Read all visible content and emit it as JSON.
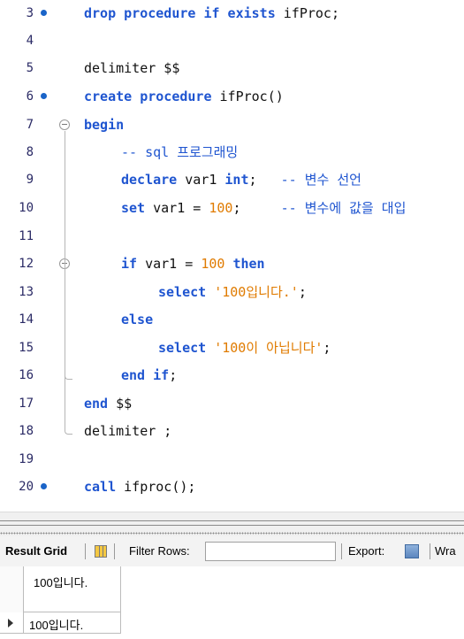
{
  "editor": {
    "lines": [
      {
        "num": "3",
        "parts": [
          {
            "t": "drop procedure if exists",
            "c": "kw"
          },
          {
            "t": " ifProc;",
            "c": ""
          }
        ]
      },
      {
        "num": "4",
        "parts": []
      },
      {
        "num": "5",
        "parts": [
          {
            "t": "delimiter $$",
            "c": ""
          }
        ]
      },
      {
        "num": "6",
        "parts": [
          {
            "t": "create procedure",
            "c": "kw"
          },
          {
            "t": " ifProc()",
            "c": ""
          }
        ]
      },
      {
        "num": "7",
        "parts": [
          {
            "t": "begin",
            "c": "kw"
          }
        ]
      },
      {
        "num": "8",
        "parts": [
          {
            "t": "-- sql 프로그래밍",
            "c": "cm"
          }
        ]
      },
      {
        "num": "9",
        "parts": [
          {
            "t": "declare",
            "c": "kw"
          },
          {
            "t": " var1 ",
            "c": ""
          },
          {
            "t": "int",
            "c": "kw"
          },
          {
            "t": ";   ",
            "c": ""
          },
          {
            "t": "-- 변수 선언",
            "c": "cm"
          }
        ]
      },
      {
        "num": "10",
        "parts": [
          {
            "t": "set",
            "c": "kw"
          },
          {
            "t": " var1 = ",
            "c": ""
          },
          {
            "t": "100",
            "c": "num"
          },
          {
            "t": ";     ",
            "c": ""
          },
          {
            "t": "-- 변수에 값을 대입",
            "c": "cm"
          }
        ]
      },
      {
        "num": "11",
        "parts": []
      },
      {
        "num": "12",
        "parts": [
          {
            "t": "if",
            "c": "kw"
          },
          {
            "t": " var1 = ",
            "c": ""
          },
          {
            "t": "100",
            "c": "num"
          },
          {
            "t": " ",
            "c": ""
          },
          {
            "t": "then",
            "c": "kw"
          }
        ]
      },
      {
        "num": "13",
        "parts": [
          {
            "t": "select",
            "c": "kw"
          },
          {
            "t": " ",
            "c": ""
          },
          {
            "t": "'100입니다.'",
            "c": "str"
          },
          {
            "t": ";",
            "c": ""
          }
        ]
      },
      {
        "num": "14",
        "parts": [
          {
            "t": "else",
            "c": "kw"
          }
        ]
      },
      {
        "num": "15",
        "parts": [
          {
            "t": "select",
            "c": "kw"
          },
          {
            "t": " ",
            "c": ""
          },
          {
            "t": "'100이 아닙니다'",
            "c": "str"
          },
          {
            "t": ";",
            "c": ""
          }
        ]
      },
      {
        "num": "16",
        "parts": [
          {
            "t": "end if",
            "c": "kw"
          },
          {
            "t": ";",
            "c": ""
          }
        ]
      },
      {
        "num": "17",
        "parts": [
          {
            "t": "end",
            "c": "kw"
          },
          {
            "t": " $$",
            "c": ""
          }
        ]
      },
      {
        "num": "18",
        "parts": [
          {
            "t": "delimiter ;",
            "c": ""
          }
        ]
      },
      {
        "num": "19",
        "parts": []
      },
      {
        "num": "20",
        "parts": [
          {
            "t": "call",
            "c": "kw"
          },
          {
            "t": " ifproc();",
            "c": ""
          }
        ]
      }
    ]
  },
  "result_toolbar": {
    "result_grid_label": "Result Grid",
    "filter_rows_label": "Filter Rows:",
    "filter_rows_value": "",
    "export_label": "Export:",
    "wrap_label": "Wra"
  },
  "result_grid": {
    "column_header": "100입니다.",
    "rows": [
      "100입니다."
    ]
  }
}
